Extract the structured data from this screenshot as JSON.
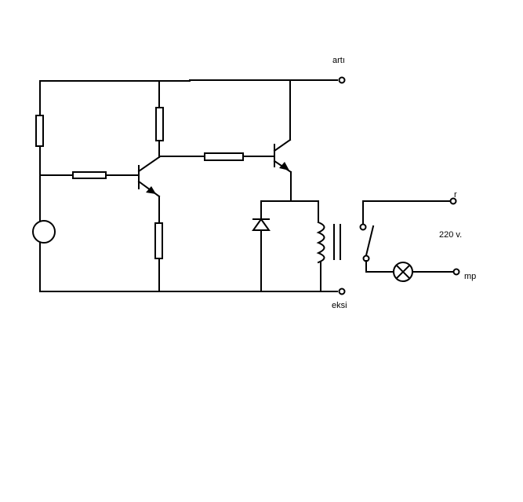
{
  "labels": {
    "positive": "artı",
    "negative": "eksi",
    "voltage": "220 v.",
    "phase": "r",
    "neutral": "mp"
  }
}
